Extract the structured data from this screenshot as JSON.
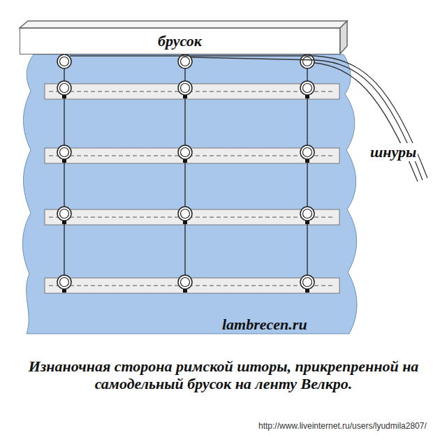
{
  "diagram": {
    "caption": "Изнаночная сторона римской шторы, прикрепренной на самодельный брусок на ленту Велкро.",
    "nodes": [
      {
        "text": [
          "брусок"
        ]
      }
    ],
    "labels": [
      "шнуры",
      "lambrecen.ru",
      "http://www.liveinternet.ru/users/lyudmila2807/"
    ]
  }
}
